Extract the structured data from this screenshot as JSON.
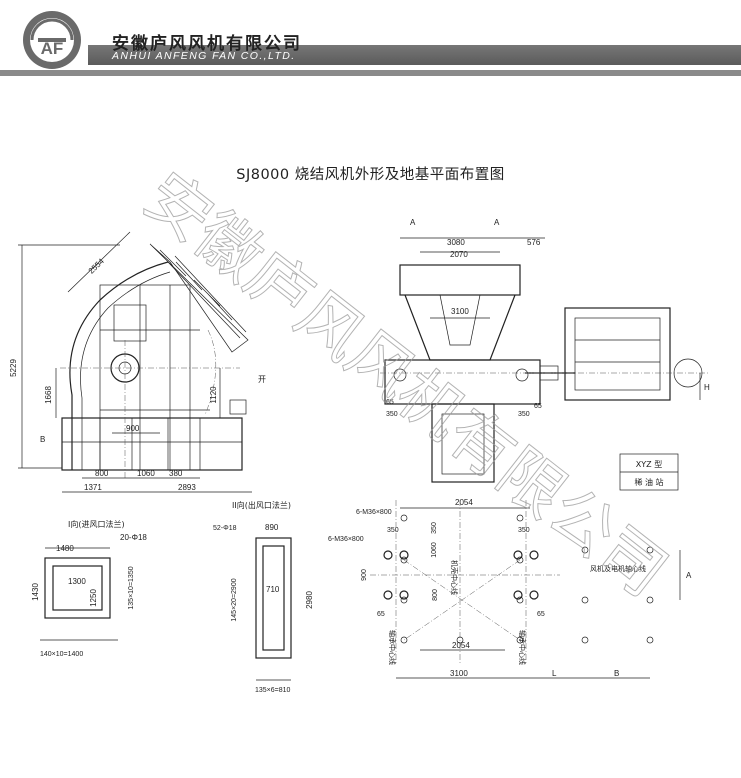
{
  "header": {
    "company_cn": "安徽庐风风机有限公司",
    "company_en": "ANHUI ANFENG FAN CO.,LTD.",
    "logo_letters": "AF"
  },
  "title": "SJ8000 烧结风机外形及地基平面布置图",
  "watermark": "安徽庐风风机有限公司",
  "side_view": {
    "dims": [
      "2554",
      "5229",
      "1668",
      "1120",
      "900",
      "800",
      "1060",
      "380",
      "1371",
      "2893"
    ],
    "labels": {
      "b": "B",
      "open": "开"
    }
  },
  "front_view": {
    "dims": [
      "3080",
      "2070",
      "576",
      "3100",
      "65",
      "350",
      "65",
      "350"
    ],
    "labels": {
      "a1": "A",
      "a2": "A",
      "h": "H"
    }
  },
  "inlet_flange": {
    "caption": "I向(进风口法兰)",
    "dims": [
      "1480",
      "20-Φ18",
      "1300",
      "1430",
      "1250",
      "135×10=1350",
      "140×10=1400"
    ]
  },
  "outlet_flange": {
    "caption": "II向(出风口法兰)",
    "dims": [
      "52-Φ18",
      "890",
      "145×20=2900",
      "710",
      "2980",
      "135×6=810"
    ]
  },
  "oil_box": {
    "line1": "XYZ 型",
    "line2": "稀 油 站"
  },
  "foundation": {
    "dims": [
      "2054",
      "6-M36×800",
      "6-M36×800",
      "350",
      "350",
      "1060",
      "350",
      "900",
      "800",
      "65",
      "65",
      "2054",
      "3100",
      "L",
      "B",
      "A"
    ],
    "labels": {
      "casing_center": "机壳中心线",
      "bearing_center_left": "轴承中心线",
      "bearing_center_right": "轴承中心线",
      "shaft_center": "风机及电机轴心线"
    }
  }
}
